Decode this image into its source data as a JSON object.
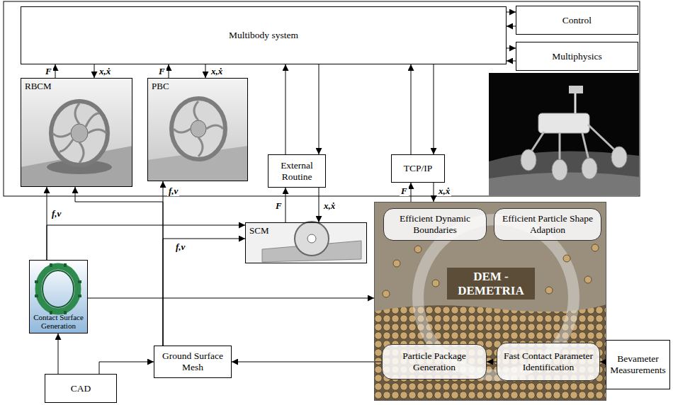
{
  "diagram": {
    "nodes": [
      {
        "text": [
          "Multibody system"
        ]
      },
      {
        "text": [
          "Control"
        ]
      },
      {
        "text": [
          "Multiphysics"
        ]
      },
      {
        "text": [
          "RBCM"
        ]
      },
      {
        "text": [
          "PBC"
        ]
      },
      {
        "text": [
          "External Routine"
        ]
      },
      {
        "text": [
          "TCP/IP"
        ]
      },
      {
        "text": [
          "SCM"
        ]
      },
      {
        "text": [
          "DEM - DEMETRIA"
        ]
      },
      {
        "text": [
          "Efficient Dynamic Boundaries"
        ],
        "in": 8
      },
      {
        "text": [
          "Efficient Particle Shape Adaption"
        ],
        "in": 8
      },
      {
        "text": [
          "Particle Package Generation"
        ],
        "in": 8
      },
      {
        "text": [
          "Fast Contact Parameter Identification"
        ],
        "in": 8
      },
      {
        "text": [
          "Bevameter Measurements"
        ]
      },
      {
        "text": [
          "Contact Surface Generation"
        ]
      },
      {
        "text": [
          "Ground Surface Mesh"
        ]
      },
      {
        "text": [
          "CAD"
        ]
      }
    ],
    "edges": [
      {
        "from": 3,
        "to": 0,
        "label": "F",
        "arrow": "to"
      },
      {
        "from": 0,
        "to": 3,
        "label": "x,ẋ",
        "arrow": "to"
      },
      {
        "from": 4,
        "to": 0,
        "label": "F",
        "arrow": "to"
      },
      {
        "from": 0,
        "to": 4,
        "label": "x,ẋ",
        "arrow": "to"
      },
      {
        "from": 5,
        "to": 0,
        "arrow": "to"
      },
      {
        "from": 0,
        "to": 5,
        "arrow": "to"
      },
      {
        "from": 7,
        "to": 5,
        "label": "F",
        "arrow": "to"
      },
      {
        "from": 5,
        "to": 7,
        "label": "x,ẋ",
        "arrow": "to"
      },
      {
        "from": 6,
        "to": 0,
        "arrow": "to"
      },
      {
        "from": 0,
        "to": 6,
        "arrow": "to"
      },
      {
        "from": 8,
        "to": 6,
        "label": "F",
        "arrow": "to"
      },
      {
        "from": 6,
        "to": 8,
        "label": "x,ẋ",
        "arrow": "to"
      },
      {
        "from": 1,
        "to": 0,
        "arrow": "to"
      },
      {
        "from": 0,
        "to": 1,
        "arrow": "to"
      },
      {
        "from": 2,
        "to": 0,
        "arrow": "to"
      },
      {
        "from": 0,
        "to": 2,
        "arrow": "to"
      },
      {
        "from": 14,
        "to": 3,
        "label": "f,v",
        "arrow": "to"
      },
      {
        "from": 14,
        "to": 7,
        "arrow": "to"
      },
      {
        "from": 15,
        "to": 3,
        "arrow": "to"
      },
      {
        "from": 15,
        "to": 4,
        "label": "f,v",
        "arrow": "to"
      },
      {
        "from": 15,
        "to": 7,
        "label": "f,v",
        "arrow": "to"
      },
      {
        "from": 14,
        "to": 8,
        "arrow": "to"
      },
      {
        "from": 16,
        "to": 14,
        "arrow": "to"
      },
      {
        "from": 16,
        "to": 15,
        "arrow": "to"
      },
      {
        "from": 11,
        "to": 15,
        "arrow": "to"
      },
      {
        "from": 12,
        "to": 11,
        "arrow": "to"
      },
      {
        "from": 13,
        "to": 12,
        "arrow": "to"
      }
    ]
  }
}
